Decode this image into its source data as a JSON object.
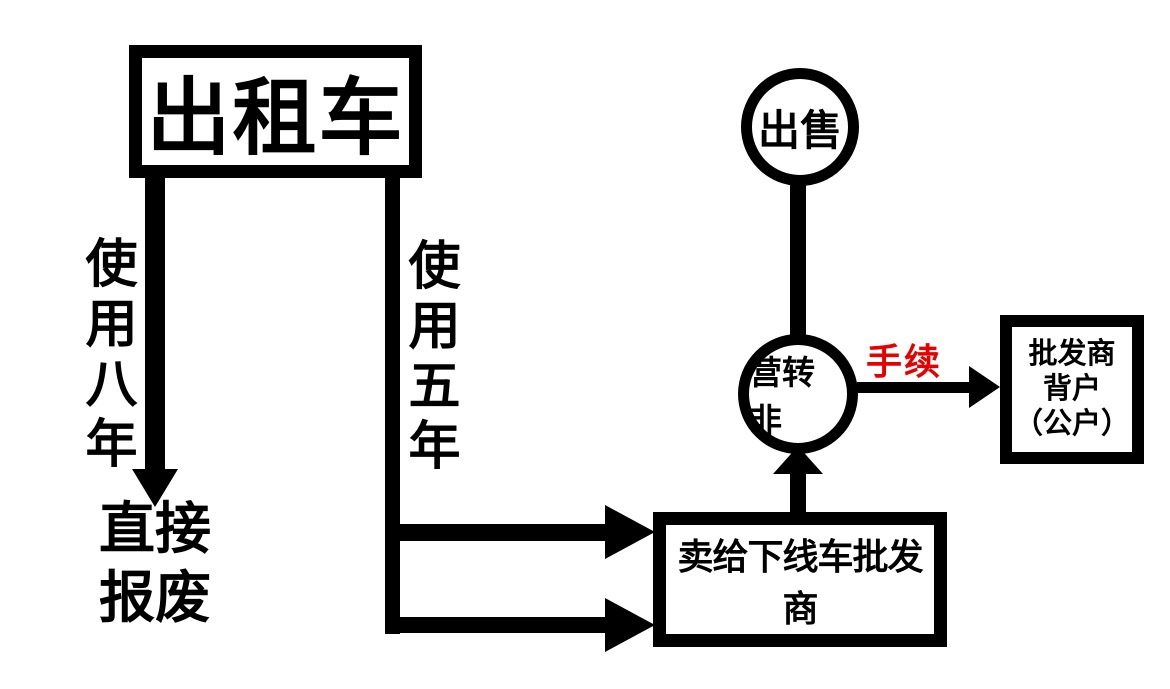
{
  "palette": {
    "background": "#ffffff",
    "ink": "#000000",
    "red": "#e60000"
  },
  "nodes": {
    "taxi_box": {
      "label": "出租车",
      "shape": "rect"
    },
    "sell_circle": {
      "label": "出售",
      "shape": "circle"
    },
    "yingzhuanfei_circle": {
      "label": "营转非",
      "shape": "circle"
    },
    "wholesaler_box": {
      "label": "卖给下线车批发商",
      "shape": "rect"
    },
    "buyer_box": {
      "line1": "批发商",
      "line2": "背户",
      "line3": "（公户）",
      "shape": "rect"
    }
  },
  "edge_labels": {
    "use_eight_years": "使用八年",
    "use_five_years": "使用五年",
    "direct_scrap_line1": "直接",
    "direct_scrap_line2": "报废",
    "procedures": "手续"
  }
}
